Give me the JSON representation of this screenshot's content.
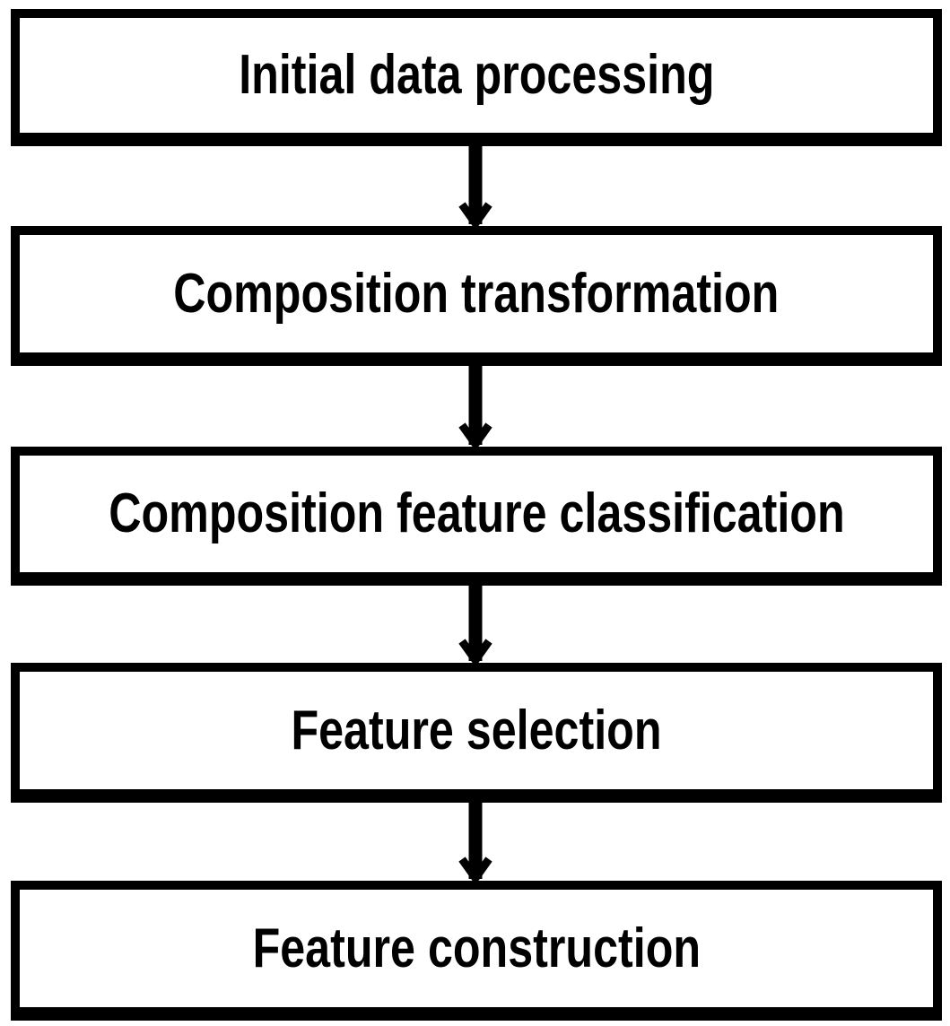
{
  "diagram": {
    "type": "flowchart",
    "direction": "top-down",
    "steps": [
      {
        "label": "Initial data processing"
      },
      {
        "label": "Composition transformation"
      },
      {
        "label": "Composition feature classification"
      },
      {
        "label": "Feature selection"
      },
      {
        "label": "Feature construction"
      }
    ],
    "connectors": [
      {
        "from": 0,
        "to": 1,
        "icon": "arrow-down-icon"
      },
      {
        "from": 1,
        "to": 2,
        "icon": "arrow-down-icon"
      },
      {
        "from": 2,
        "to": 3,
        "icon": "arrow-down-icon"
      },
      {
        "from": 3,
        "to": 4,
        "icon": "arrow-down-icon"
      }
    ],
    "colors": {
      "box_border": "#000000",
      "box_fill": "#ffffff",
      "text": "#000000",
      "arrow": "#000000",
      "background": "#ffffff"
    }
  }
}
